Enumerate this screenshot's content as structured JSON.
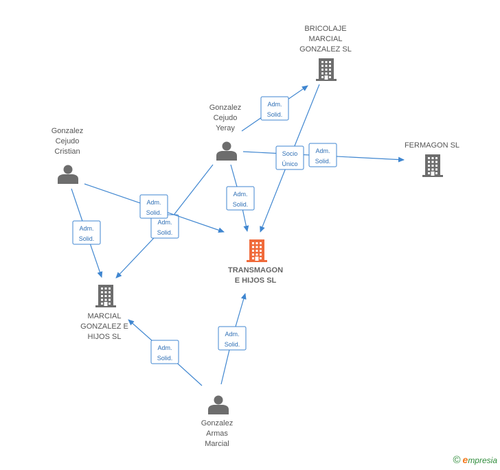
{
  "colors": {
    "edge": "#3f86d0",
    "company": "#6d6d6d",
    "company_main": "#f06a3a",
    "person": "#6d6d6d"
  },
  "nodes": {
    "bricolaje": {
      "type": "company",
      "label": [
        "BRICOLAJE",
        "MARCIAL",
        "GONZALEZ  SL"
      ],
      "icon": "building-icon"
    },
    "fermagon": {
      "type": "company",
      "label": [
        "FERMAGON SL"
      ],
      "icon": "building-icon"
    },
    "transmagon": {
      "type": "company-main",
      "label": [
        "TRANSMAGON",
        "E HIJOS  SL"
      ],
      "icon": "building-icon"
    },
    "marcial_hijos": {
      "type": "company",
      "label": [
        "MARCIAL",
        "GONZALEZ E",
        "HIJOS  SL"
      ],
      "icon": "building-icon"
    },
    "yeray": {
      "type": "person",
      "label": [
        "Gonzalez",
        "Cejudo",
        "Yeray"
      ],
      "icon": "person-icon"
    },
    "cristian": {
      "type": "person",
      "label": [
        "Gonzalez",
        "Cejudo",
        "Cristian"
      ],
      "icon": "person-icon"
    },
    "armas": {
      "type": "person",
      "label": [
        "Gonzalez",
        "Armas",
        "Marcial"
      ],
      "icon": "person-icon"
    }
  },
  "edges": [
    {
      "from": "yeray",
      "to": "bricolaje",
      "label": [
        "Adm.",
        "Solid."
      ]
    },
    {
      "from": "yeray",
      "to": "fermagon",
      "label": [
        "Adm.",
        "Solid."
      ]
    },
    {
      "from": "bricolaje",
      "to": "transmagon",
      "label": [
        "Socio",
        "Único"
      ]
    },
    {
      "from": "yeray",
      "to": "transmagon",
      "label": [
        "Adm.",
        "Solid."
      ]
    },
    {
      "from": "yeray",
      "to": "marcial_hijos",
      "label": [
        "Adm.",
        "Solid."
      ]
    },
    {
      "from": "cristian",
      "to": "transmagon",
      "label": [
        "Adm.",
        "Solid."
      ]
    },
    {
      "from": "cristian",
      "to": "marcial_hijos",
      "label": [
        "Adm.",
        "Solid."
      ]
    },
    {
      "from": "armas",
      "to": "marcial_hijos",
      "label": [
        "Adm.",
        "Solid."
      ]
    },
    {
      "from": "armas",
      "to": "transmagon",
      "label": [
        "Adm.",
        "Solid."
      ]
    }
  ],
  "footer": {
    "copyright": "©",
    "brand_initial": "e",
    "brand_rest": "mpresia"
  }
}
